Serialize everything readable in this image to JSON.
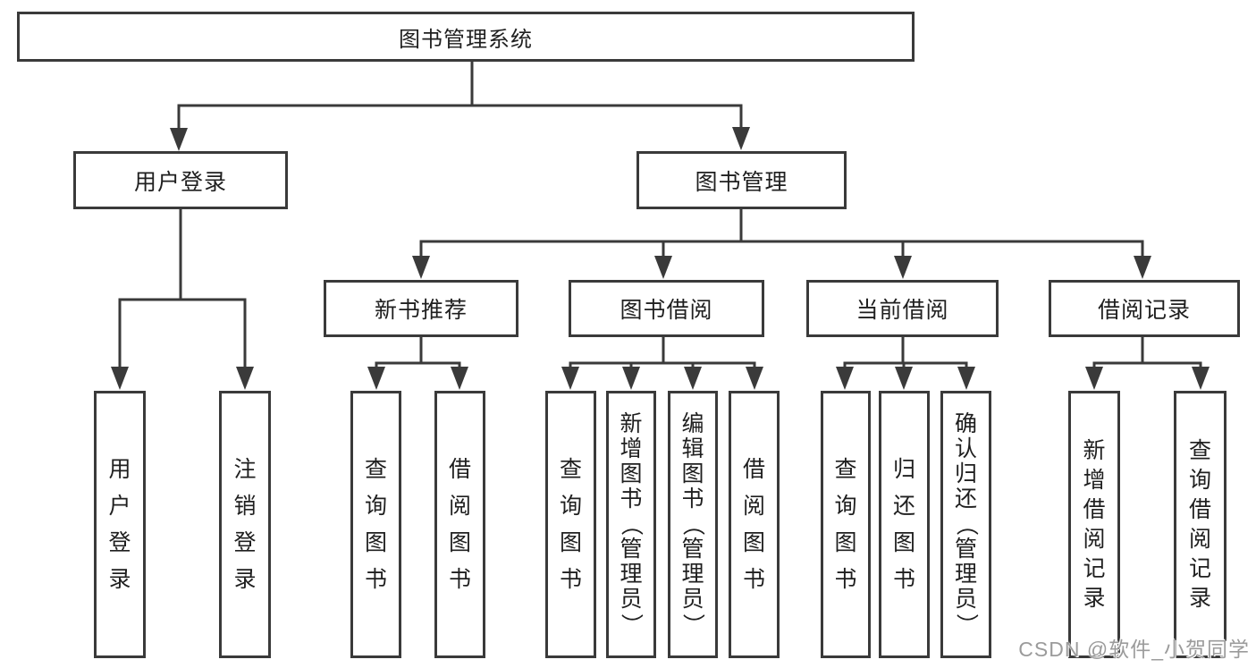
{
  "tree": {
    "root": {
      "label": "图书管理系统"
    },
    "branches": [
      {
        "label": "用户登录",
        "children": [
          {
            "label": "用户登录"
          },
          {
            "label": "注销登录"
          }
        ]
      },
      {
        "label": "图书管理",
        "children": [
          {
            "label": "新书推荐",
            "children": [
              {
                "label": "查询图书"
              },
              {
                "label": "借阅图书"
              }
            ]
          },
          {
            "label": "图书借阅",
            "children": [
              {
                "label": "查询图书"
              },
              {
                "label": "新增图书（管理员）"
              },
              {
                "label": "编辑图书（管理员）"
              },
              {
                "label": "借阅图书"
              }
            ]
          },
          {
            "label": "当前借阅",
            "children": [
              {
                "label": "查询图书"
              },
              {
                "label": "归还图书"
              },
              {
                "label": "确认归还（管理员）"
              }
            ]
          },
          {
            "label": "借阅记录",
            "children": [
              {
                "label": "新增借阅记录"
              },
              {
                "label": "查询借阅记录"
              }
            ]
          }
        ]
      }
    ]
  },
  "watermark": {
    "text": "CSDN @软件_小贺同学"
  },
  "colors": {
    "line": "#3a3a3a",
    "text": "#1f1f1f",
    "bg": "#ffffff",
    "watermark": "#9b9b9b"
  }
}
